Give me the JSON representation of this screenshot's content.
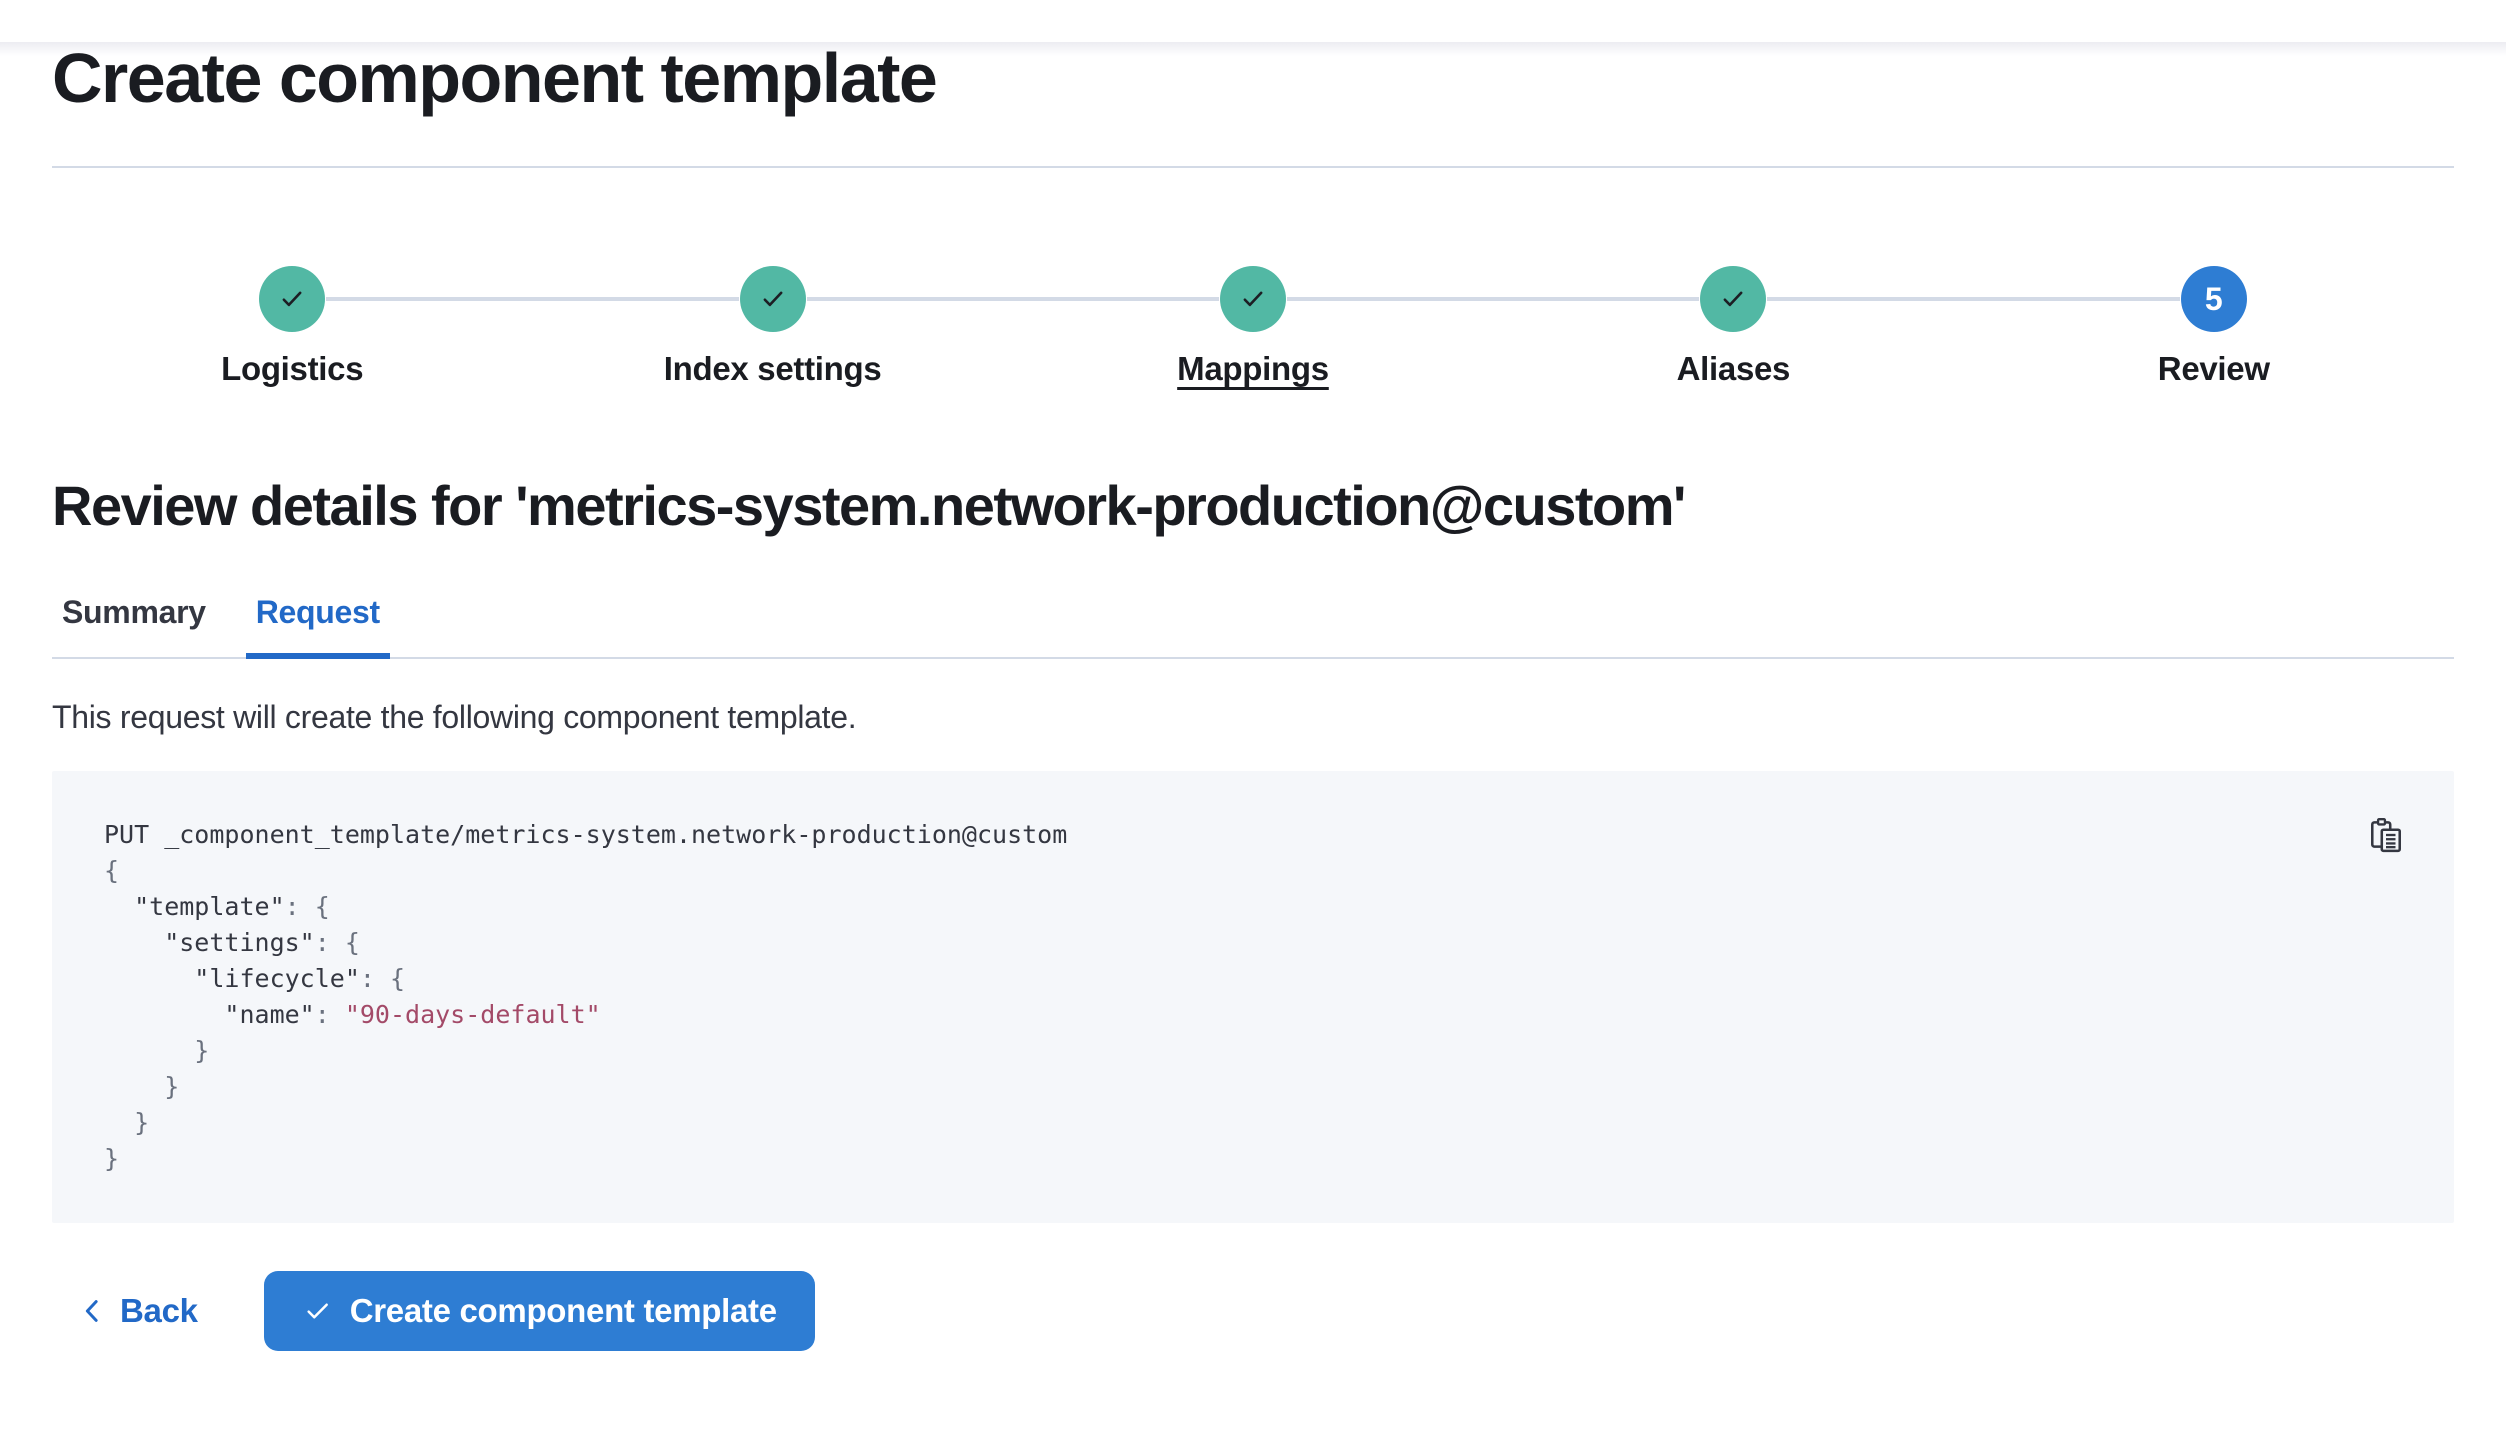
{
  "page": {
    "title": "Create component template"
  },
  "stepper": {
    "steps": [
      {
        "label": "Logistics",
        "status": "complete"
      },
      {
        "label": "Index settings",
        "status": "complete"
      },
      {
        "label": "Mappings",
        "status": "complete",
        "underlined": true
      },
      {
        "label": "Aliases",
        "status": "complete"
      },
      {
        "label": "Review",
        "status": "current",
        "number": "5"
      }
    ]
  },
  "review": {
    "heading": "Review details for 'metrics-system.network-production@custom'"
  },
  "tabs": [
    {
      "label": "Summary",
      "selected": false
    },
    {
      "label": "Request",
      "selected": true
    }
  ],
  "request_tab": {
    "description": "This request will create the following component template."
  },
  "code": {
    "lines": [
      [
        {
          "t": "PUT _component_template/metrics-system.network-production@custom",
          "s": "plain"
        }
      ],
      [
        {
          "t": "{",
          "s": "punct"
        }
      ],
      [
        {
          "t": "  \"template\"",
          "s": "plain"
        },
        {
          "t": ": {",
          "s": "punct"
        }
      ],
      [
        {
          "t": "    \"settings\"",
          "s": "plain"
        },
        {
          "t": ": {",
          "s": "punct"
        }
      ],
      [
        {
          "t": "      \"lifecycle\"",
          "s": "plain"
        },
        {
          "t": ": {",
          "s": "punct"
        }
      ],
      [
        {
          "t": "        \"name\"",
          "s": "plain"
        },
        {
          "t": ": ",
          "s": "punct"
        },
        {
          "t": "\"90-days-default\"",
          "s": "string"
        }
      ],
      [
        {
          "t": "      }",
          "s": "punct"
        }
      ],
      [
        {
          "t": "    }",
          "s": "punct"
        }
      ],
      [
        {
          "t": "  }",
          "s": "punct"
        }
      ],
      [
        {
          "t": "}",
          "s": "punct"
        }
      ]
    ]
  },
  "footer": {
    "back_label": "Back",
    "submit_label": "Create component template"
  },
  "icons": {
    "step_complete": "check-icon",
    "current_step": "step-number",
    "copy": "copy-clipboard-icon",
    "back": "chevron-left-icon",
    "submit": "check-icon"
  },
  "colors": {
    "step_complete_teal": "#52b8a4",
    "primary_blue": "#2e7dd3",
    "link_blue": "#2269c7",
    "divider_gray": "#d3dae6",
    "code_background": "#f5f7fa",
    "code_string": "#a34a68",
    "heading_ink": "#1a1c21",
    "body_text": "#343741"
  }
}
